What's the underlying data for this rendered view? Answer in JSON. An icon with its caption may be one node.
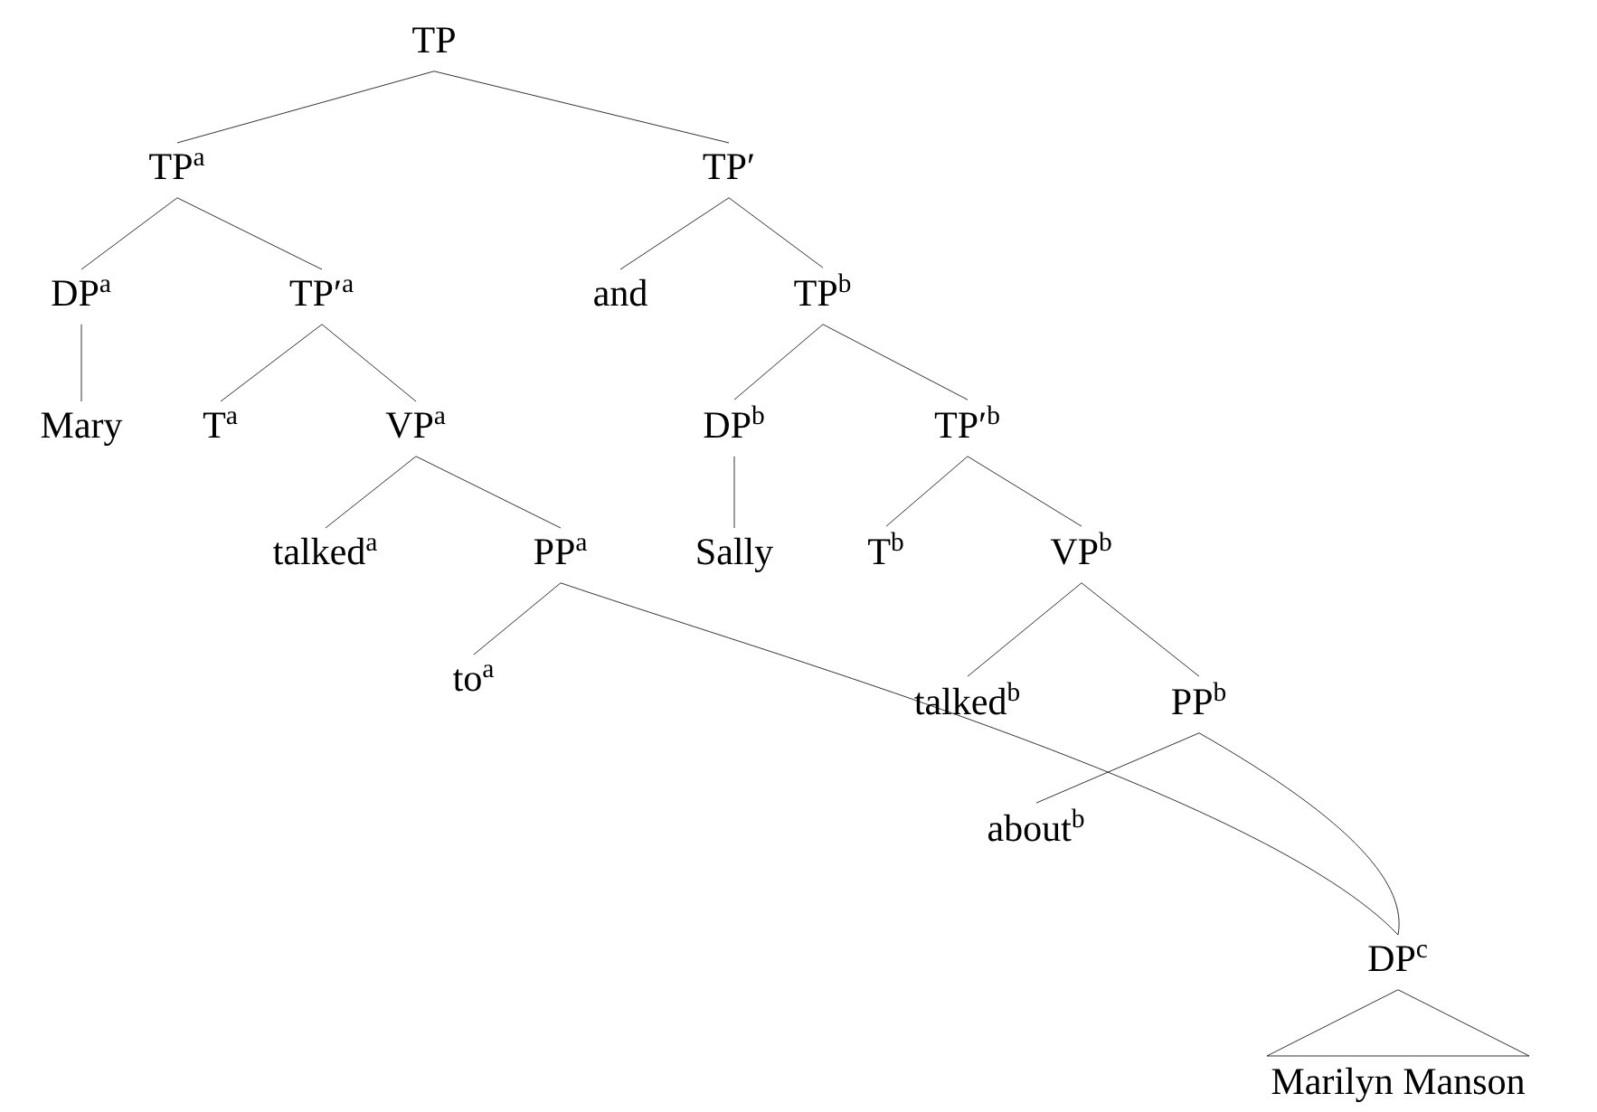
{
  "diagram": {
    "nodes": [
      {
        "text": [
          "TP"
        ]
      },
      {
        "text": [
          "TP$^{a}$"
        ]
      },
      {
        "text": [
          "TP′"
        ]
      },
      {
        "text": [
          "DP$^{a}$"
        ]
      },
      {
        "text": [
          "TP′$^{a}$"
        ]
      },
      {
        "text": [
          "and"
        ]
      },
      {
        "text": [
          "TP$^{b}$"
        ]
      },
      {
        "text": [
          "Mary"
        ]
      },
      {
        "text": [
          "T$^{a}$"
        ]
      },
      {
        "text": [
          "VP$^{a}$"
        ]
      },
      {
        "text": [
          "DP$^{b}$"
        ]
      },
      {
        "text": [
          "TP′$^{b}$"
        ]
      },
      {
        "text": [
          "talked$^{a}$"
        ]
      },
      {
        "text": [
          "PP$^{a}$"
        ]
      },
      {
        "text": [
          "Sally"
        ]
      },
      {
        "text": [
          "T$^{b}$"
        ]
      },
      {
        "text": [
          "VP$^{b}$"
        ]
      },
      {
        "text": [
          "to$^{a}$"
        ]
      },
      {
        "text": [
          "talked$^{b}$"
        ]
      },
      {
        "text": [
          "PP$^{b}$"
        ]
      },
      {
        "text": [
          "about$^{b}$"
        ]
      },
      {
        "text": [
          "DP$^{c}$"
        ]
      },
      {
        "text": [
          "Marilyn Manson"
        ]
      }
    ],
    "edges": [
      {
        "from": 0,
        "to": 1,
        "arrow": "none"
      },
      {
        "from": 0,
        "to": 2,
        "arrow": "none"
      },
      {
        "from": 1,
        "to": 3,
        "arrow": "none"
      },
      {
        "from": 1,
        "to": 4,
        "arrow": "none"
      },
      {
        "from": 2,
        "to": 5,
        "arrow": "none"
      },
      {
        "from": 2,
        "to": 6,
        "arrow": "none"
      },
      {
        "from": 3,
        "to": 7,
        "arrow": "none"
      },
      {
        "from": 4,
        "to": 8,
        "arrow": "none"
      },
      {
        "from": 4,
        "to": 9,
        "arrow": "none"
      },
      {
        "from": 6,
        "to": 10,
        "arrow": "none"
      },
      {
        "from": 6,
        "to": 11,
        "arrow": "none"
      },
      {
        "from": 9,
        "to": 12,
        "arrow": "none"
      },
      {
        "from": 9,
        "to": 13,
        "arrow": "none"
      },
      {
        "from": 10,
        "to": 14,
        "arrow": "none"
      },
      {
        "from": 11,
        "to": 15,
        "arrow": "none"
      },
      {
        "from": 11,
        "to": 16,
        "arrow": "none"
      },
      {
        "from": 13,
        "to": 17,
        "arrow": "none"
      },
      {
        "from": 13,
        "to": 21,
        "arrow": "none"
      },
      {
        "from": 16,
        "to": 18,
        "arrow": "none"
      },
      {
        "from": 16,
        "to": 19,
        "arrow": "none"
      },
      {
        "from": 19,
        "to": 20,
        "arrow": "none"
      },
      {
        "from": 19,
        "to": 21,
        "arrow": "none"
      },
      {
        "from": 21,
        "to": 22,
        "arrow": "none"
      }
    ]
  }
}
